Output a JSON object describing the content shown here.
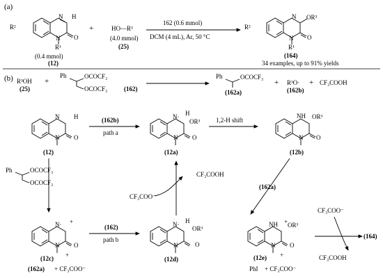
{
  "atoms": {
    "N": "N",
    "N_dot": "N·",
    "NH": "NH",
    "H": "H",
    "O": "O"
  },
  "symbols": {
    "plus": "+",
    "cation": "+"
  },
  "part_a": {
    "label": "(a)",
    "r2": "R²",
    "r1": "R¹",
    "or3": "OR³",
    "amount_12": "(0.4 mmol)",
    "id_12": "(12)",
    "alcohol": "HO—R³",
    "amount_25": "(4.0 mmol)",
    "id_25": "(25)",
    "reagent": "162 (0.6 mmol)",
    "conditions": "DCM (4 mL), Ar, 50 °C",
    "id_164": "(164)",
    "summary": "34 examples, up to 91% yields"
  },
  "part_b": {
    "label": "(b)",
    "r3oh": "R³OH",
    "id_25": "(25)",
    "ph": "Ph",
    "ococf3": "OCOCF₃",
    "id_162": "(162)",
    "id_162a": "(162a)",
    "r3o_radical": "R³O·",
    "id_162b": "(162b)",
    "cf3cooh": "CF₃COOH",
    "cf3coo": "CF₃COO⁻",
    "plus_cf3coo": "+ CF₃COO⁻",
    "or3": "OR³",
    "path_a": "path a",
    "path_b": "path b",
    "h_shift": "1,2-H shift",
    "id_12": "(12)",
    "id_12a": "(12a)",
    "id_12b": "(12b)",
    "id_12c": "(12c)",
    "id_12d": "(12d)",
    "id_12e": "(12e)",
    "id_164": "(164)",
    "phi": "PhI"
  }
}
